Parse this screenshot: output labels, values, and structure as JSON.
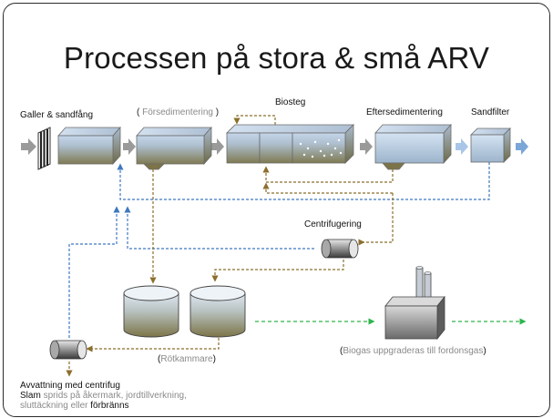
{
  "title": "Processen på stora & små ARV",
  "labels": {
    "galler": "Galler & sandfång",
    "forsed_open": "(",
    "forsed": "Försedimentering",
    "forsed_close": ")",
    "biosteg": "Biosteg",
    "eftersed": "Eftersedimentering",
    "sandfilter": "Sandfilter",
    "centrifugering": "Centrifugering",
    "biogas_open": "(",
    "biogas": "Biogas uppgraderas till fordonsgas",
    "biogas_close": ")",
    "rotkammare_open": "(",
    "rotkammare": "Rötkammare",
    "rotkammare_close": ")",
    "avvattning": "Avvattning med centrifug",
    "slam_bold": "Slam",
    "slam_rest": " sprids på åkermark, jordtillverkning,",
    "slam_line2": "sluttäckning eller",
    "slam_line2_end": "förbränns"
  },
  "colors": {
    "tank_top": "#b9cde3",
    "tank_bottom": "#8d8a62",
    "dark_top": "#d6d6d6",
    "dark_bottom": "#4a4a4a",
    "flow_arrow": "#9a9a9a",
    "clean_arrow": "#7aa6d8",
    "return_blue": "#3f78c0",
    "sludge_brown": "#8b6f2c",
    "gas_green": "#2db54a",
    "outline": "#555555"
  }
}
